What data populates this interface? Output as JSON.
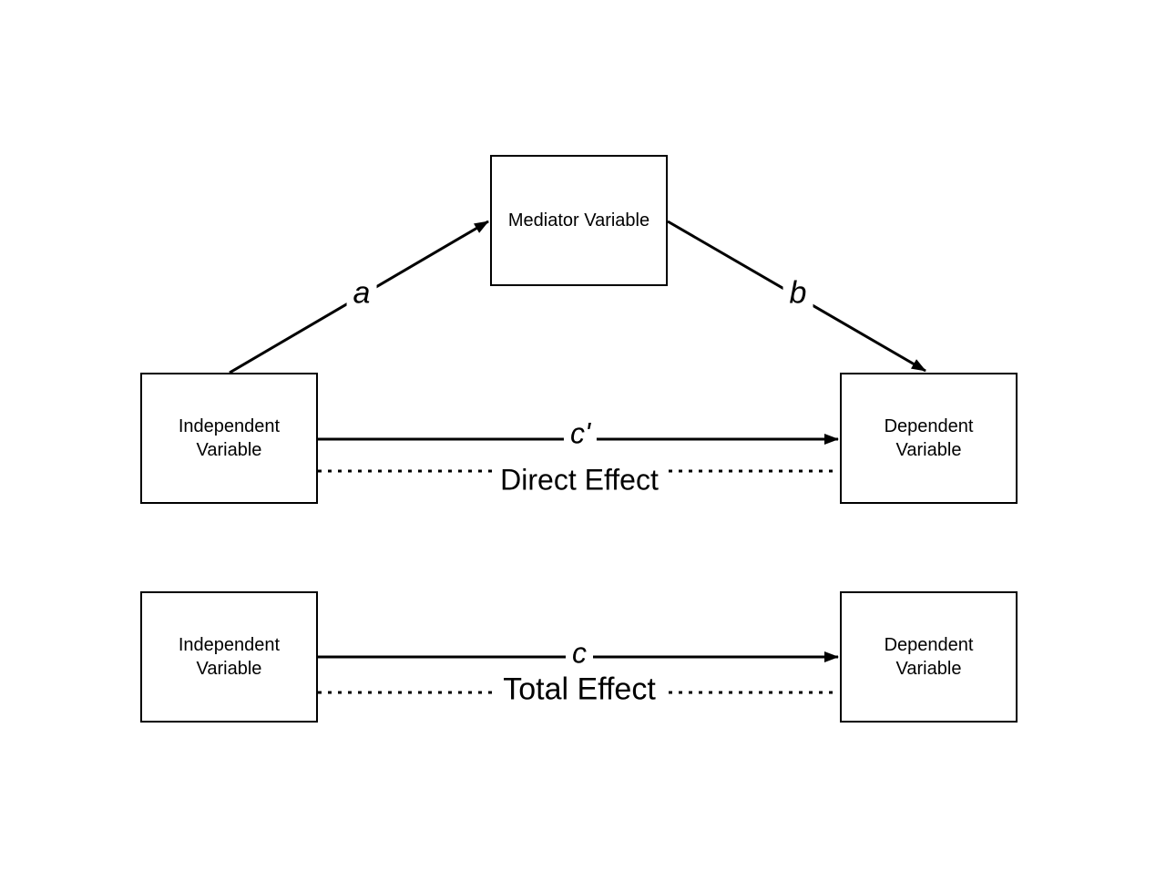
{
  "colors": {
    "background": "#ffffff",
    "line": "#000000",
    "text": "#000000"
  },
  "mediation_model": {
    "mediator_label": "Mediator Variable",
    "independent": {
      "line1": "Independent",
      "line2": "Variable"
    },
    "dependent": {
      "line1": "Dependent",
      "line2": "Variable"
    },
    "path_a": "a",
    "path_b": "b",
    "path_c_prime": "c'",
    "direct_effect": "Direct Effect"
  },
  "total_model": {
    "independent": {
      "line1": "Independent",
      "line2": "Variable"
    },
    "dependent": {
      "line1": "Dependent",
      "line2": "Variable"
    },
    "path_c": "c",
    "total_effect": "Total Effect"
  }
}
